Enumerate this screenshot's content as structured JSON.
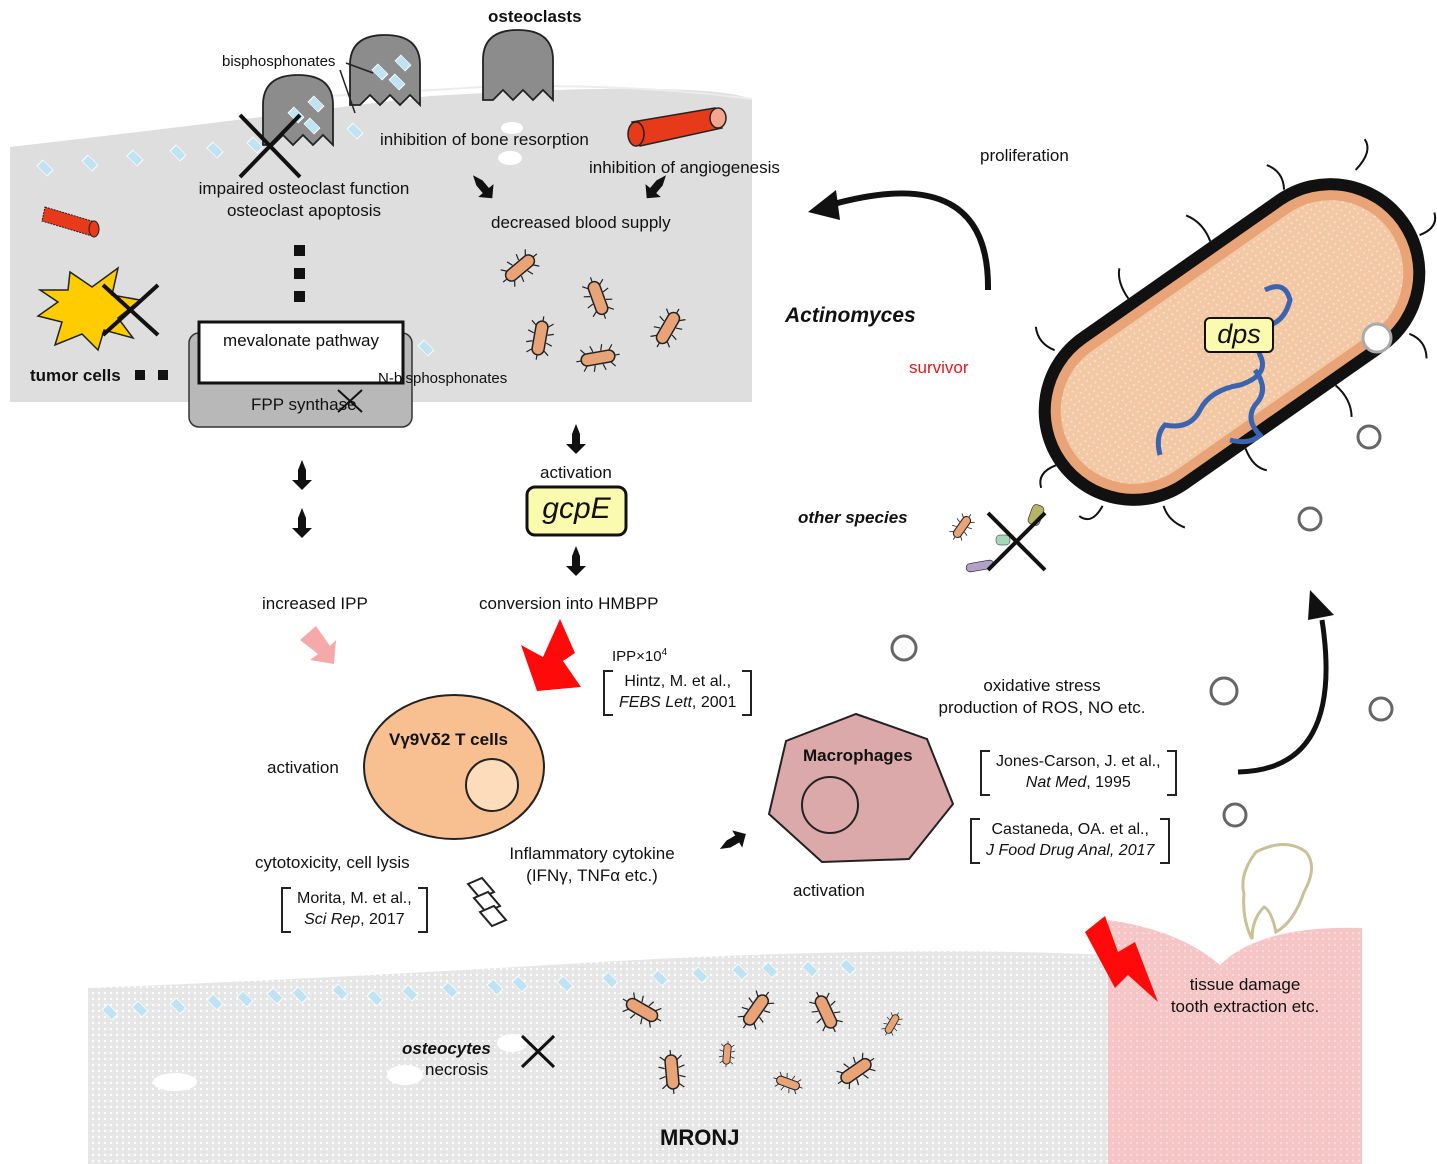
{
  "labels": {
    "osteoclasts": "osteoclasts",
    "bisphosphonates": "bisphosphonates",
    "inhibition_bone": "inhibition of bone resorption",
    "inhibition_angio": "inhibition of angiogenesis",
    "impaired1": "impaired osteoclast function",
    "impaired2": "osteoclast apoptosis",
    "decreased_blood": "decreased blood supply",
    "tumor_cells": "tumor cells",
    "mevalonate": "mevalonate pathway",
    "fpp": "FPP synthase",
    "n_bisphos": "N-bisphosphonates",
    "increased_ipp": "increased IPP",
    "activation_gcpe": "activation",
    "gcpe": "gcpE",
    "conversion": "conversion into HMBPP",
    "ipp_fold": "IPP×10",
    "ipp_sup": "4",
    "activation_t": "activation",
    "t_cells": "Vγ9Vδ2 T cells",
    "cytotox": "cytotoxicity, cell lysis",
    "cytokine1": "Inflammatory cytokine",
    "cytokine2": "(IFNγ, TNFα etc.)",
    "macrophages": "Macrophages",
    "activation_mac": "activation",
    "oxidative1": "oxidative stress",
    "oxidative2": "production of ROS, NO etc.",
    "proliferation": "proliferation",
    "actinomyces": "Actinomyces",
    "survivor": "survivor",
    "dps": "dps",
    "other_species": "other species",
    "tissue1": "tissue damage",
    "tissue2": "tooth extraction etc.",
    "osteocytes": "osteocytes",
    "necrosis": "necrosis",
    "mronj": "MRONJ"
  },
  "refs": {
    "hintz": {
      "authors": "Hintz, M. et al.,",
      "journal": "FEBS Lett",
      "year": ", 2001"
    },
    "morita": {
      "authors": "Morita, M. et al.,",
      "journal": "Sci Rep",
      "year": ", 2017"
    },
    "jones": {
      "authors": "Jones-Carson, J. et al.,",
      "journal": "Nat Med",
      "year": ", 1995"
    },
    "castaneda": {
      "authors": "Castaneda, OA. et al.,",
      "journal": "J Food Drug Anal, 2017",
      "year": ""
    }
  },
  "colors": {
    "bone_top": "#e0e0e0",
    "bone_bottom": "#dcdcdc",
    "bacteria_fill": "#e8a477",
    "t_cell": "#f8bf90",
    "macrophage": "#dba9a9",
    "gcpe_box": "#fbfbaf",
    "survivor": "#e0191c",
    "tumor": "#ffcc00",
    "vessel": "#e73a1a",
    "gum": "#f7c5c5",
    "blue_dna": "#3a64b0"
  }
}
